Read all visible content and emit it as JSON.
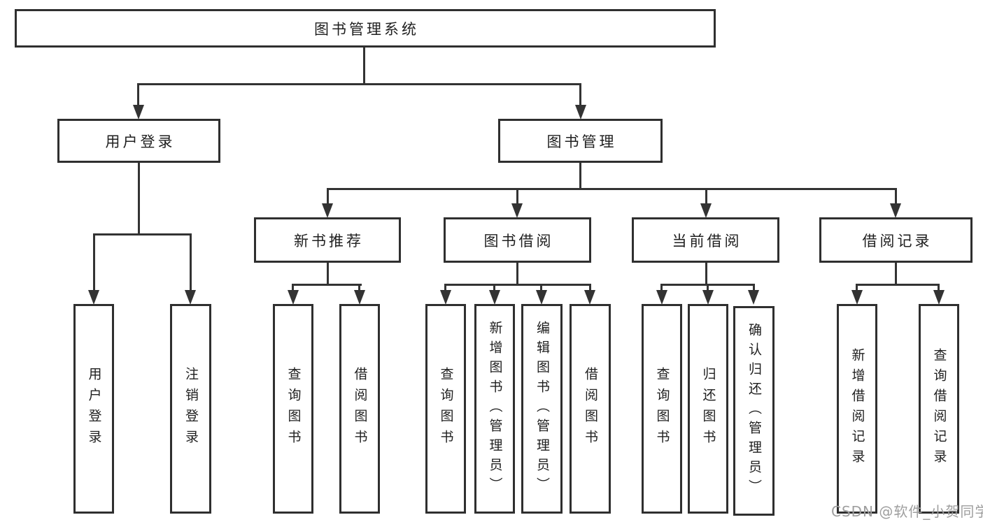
{
  "diagram": {
    "root": {
      "label": "图书管理系统"
    },
    "level2": [
      {
        "id": "user-login",
        "label": "用户登录"
      },
      {
        "id": "book-management",
        "label": "图书管理"
      }
    ],
    "level3": [
      {
        "id": "new-book-recommend",
        "label": "新书推荐",
        "parent": "图书管理"
      },
      {
        "id": "book-borrowing",
        "label": "图书借阅",
        "parent": "图书管理"
      },
      {
        "id": "current-borrowing",
        "label": "当前借阅",
        "parent": "图书管理"
      },
      {
        "id": "borrowing-records",
        "label": "借阅记录",
        "parent": "图书管理"
      }
    ],
    "leaves": [
      {
        "id": "user-login-leaf",
        "label": "用户登录",
        "parent": "用户登录"
      },
      {
        "id": "logout",
        "label": "注销登录",
        "parent": "用户登录"
      },
      {
        "id": "query-books-recommend",
        "label": "查询图书",
        "parent": "新书推荐"
      },
      {
        "id": "borrow-books-recommend",
        "label": "借阅图书",
        "parent": "新书推荐"
      },
      {
        "id": "query-books-borrowing",
        "label": "查询图书",
        "parent": "图书借阅"
      },
      {
        "id": "add-books-admin",
        "label": "新增图书（管理员）",
        "parent": "图书借阅"
      },
      {
        "id": "edit-books-admin",
        "label": "编辑图书（管理员）",
        "parent": "图书借阅"
      },
      {
        "id": "borrow-books",
        "label": "借阅图书",
        "parent": "图书借阅"
      },
      {
        "id": "query-books-current",
        "label": "查询图书",
        "parent": "当前借阅"
      },
      {
        "id": "return-books",
        "label": "归还图书",
        "parent": "当前借阅"
      },
      {
        "id": "confirm-return-admin",
        "label": "确认归还（管理员）",
        "parent": "当前借阅"
      },
      {
        "id": "add-borrow-record",
        "label": "新增借阅记录",
        "parent": "借阅记录"
      },
      {
        "id": "query-borrow-record",
        "label": "查询借阅记录",
        "parent": "借阅记录"
      }
    ]
  },
  "watermark": {
    "text": "CSDN @软件_小贺同学"
  },
  "colors": {
    "line": "#333333",
    "box_border": "#2f2f2f",
    "background": "#ffffff",
    "text": "#1f1f1f",
    "watermark": "#9e9e9e"
  }
}
